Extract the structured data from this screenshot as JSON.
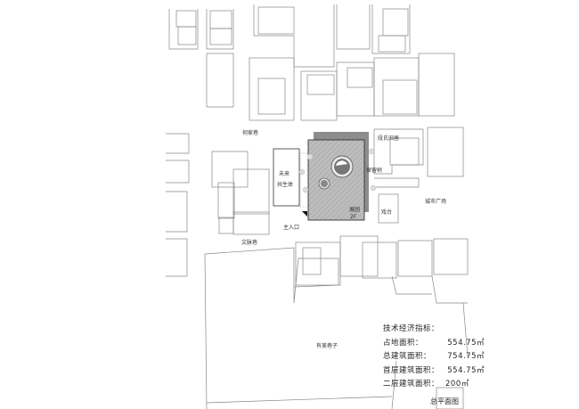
{
  "labels": {
    "hejia_lane": "何家巷",
    "duan_residence": "段氏旧居",
    "preserved_tree": "保留树",
    "future_symbiosis_1": "未来",
    "future_symbiosis_2": "共生体",
    "city_plaza": "城市广场",
    "stage": "戏台",
    "exhibition_garden": "展园",
    "floor": "2F",
    "main_entrance": "主入口",
    "wenmai_lane": "文脉巷",
    "youmei_lane": "有美巷子"
  },
  "stats": {
    "heading": "技术经济指标：",
    "rows": [
      {
        "key": "占地面积：",
        "value": "554.75㎡"
      },
      {
        "key": "总建筑面积：",
        "value": "754.75㎡"
      },
      {
        "key": "首层建筑面积：",
        "value": "554.75㎡"
      },
      {
        "key": "二层建筑面积：",
        "value": "200㎡"
      }
    ]
  },
  "title": "总平面图",
  "colors": {
    "line": "#777777",
    "building": "#b8b8b8",
    "roof": "#8a8a8a"
  }
}
